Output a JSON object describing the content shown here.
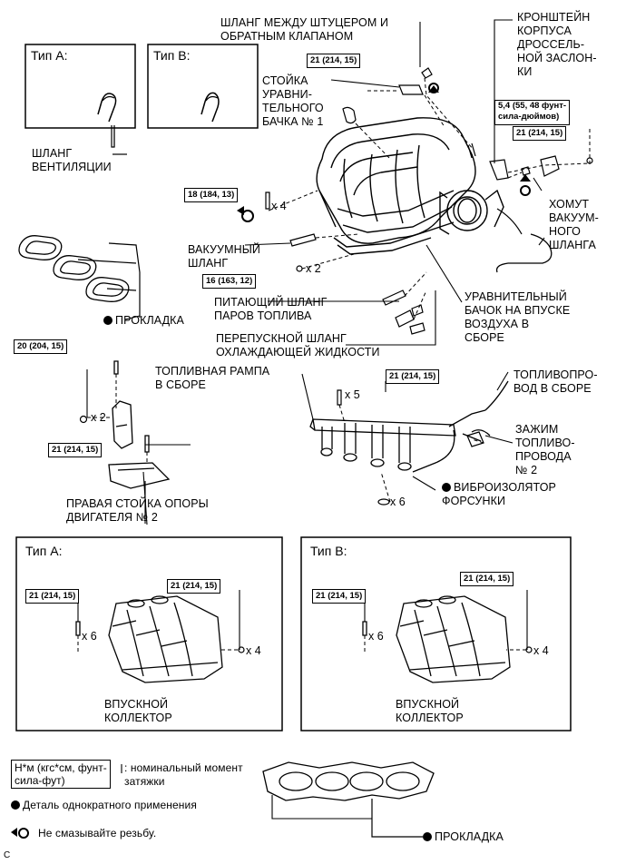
{
  "labels": {
    "hose_between_fitting": "ШЛАНГ МЕЖДУ ШТУЦЕРОМ И\nОБРАТНЫМ КЛАПАНОМ",
    "throttle_bracket": "КРОНШТЕЙН\nКОРПУСА\nДРОССЕЛЬ-\nНОЙ ЗАСЛОН-\nКИ",
    "surge_tank_stay": "СТОЙКА\nУРАВНИ-\nТЕЛЬНОГО\nБАЧКА № 1",
    "ventilation_hose": "ШЛАНГ\nВЕНТИЛЯЦИИ",
    "vacuum_hose_clamp": "ХОМУТ\nВАКУУМ-\nНОГО\nШЛАНГА",
    "vacuum_hose": "ВАКУУМНЫЙ\nШЛАНГ",
    "fuel_vapor_hose": "ПИТАЮЩИЙ ШЛАНГ\nПАРОВ ТОПЛИВА",
    "surge_tank_assy": "УРАВНИТЕЛЬНЫЙ\nБАЧОК НА ВПУСКЕ\nВОЗДУХА В\nСБОРЕ",
    "coolant_bypass_hose": "ПЕРЕПУСКНОЙ ШЛАНГ\nОХЛАЖДАЮЩЕЙ ЖИДКОСТИ",
    "gasket": "ПРОКЛАДКА",
    "fuel_rail": "ТОПЛИВНАЯ РАМПА\nВ СБОРЕ",
    "fuel_line": "ТОПЛИВОПРО-\nВОД В СБОРЕ",
    "fuel_line_clamp": "ЗАЖИМ\nТОПЛИВО-\nПРОВОДА\n№ 2",
    "injector_insulator": "ВИБРОИЗОЛЯТОР\nФОРСУНКИ",
    "engine_mount_stay": "ПРАВАЯ СТОЙКА ОПОРЫ\nДВИГАТЕЛЯ № 2",
    "intake_manifold": "ВПУСКНОЙ\nКОЛЛЕКТОР",
    "gasket_bottom": "ПРОКЛАДКА"
  },
  "type_labels": {
    "a": "Тип A:",
    "b": "Тип B:"
  },
  "torques": {
    "t21": "21 (214, 15)",
    "t54": "5,4 (55, 48 фунт-\nсила-дюймов)",
    "t18": "18 (184, 13)",
    "t16": "16 (163, 12)",
    "t20": "20 (204, 15)"
  },
  "quantities": {
    "x4": "x 4",
    "x2": "x 2",
    "x5": "x 5",
    "x6": "x 6"
  },
  "legend": {
    "unit_box": "Н*м (кгс*см, фунт-\nсила-фут)",
    "unit_desc": ": номинальный момент\nзатяжки",
    "non_reusable": "Деталь однократного применения",
    "no_lube": "Не смазывайте резьбу."
  },
  "corner_code": "C"
}
